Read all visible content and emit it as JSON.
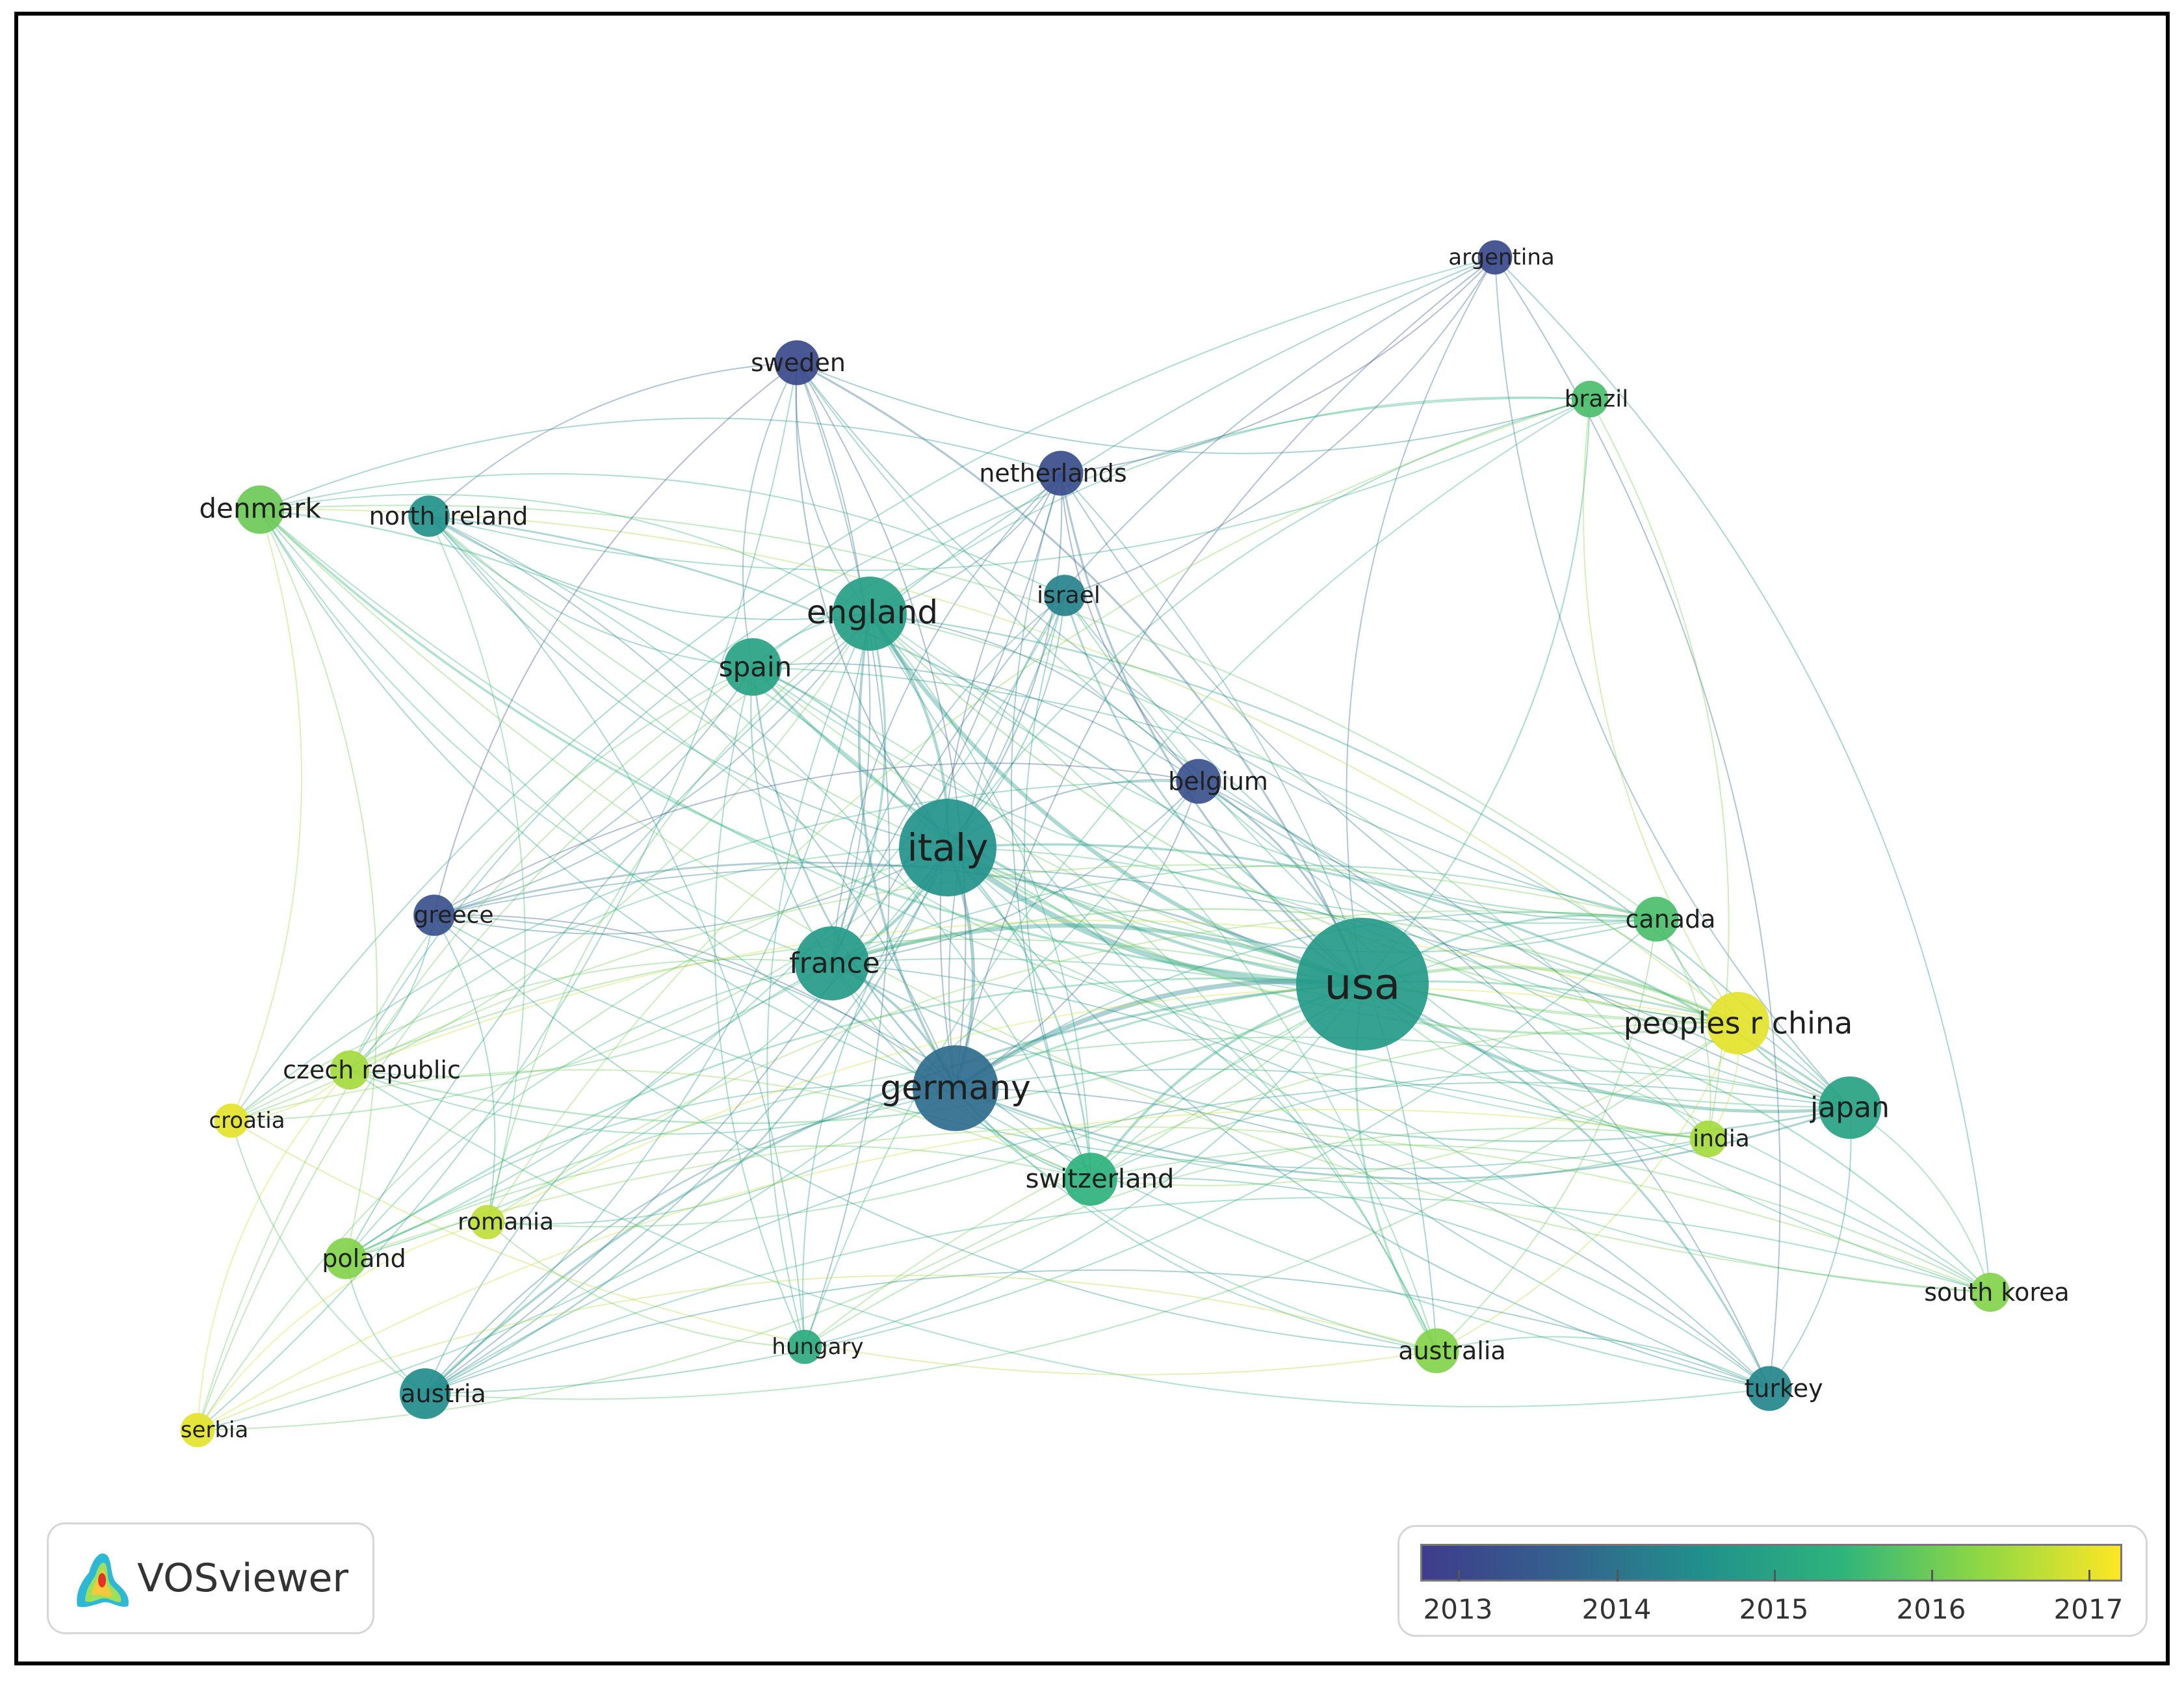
{
  "colors": {
    "scale": [
      "#3f3c8c",
      "#34618d",
      "#21908c",
      "#2fb47c",
      "#8fd744",
      "#fde725"
    ],
    "frame": "#000000"
  },
  "nodes": [
    {
      "id": "usa",
      "label": "usa",
      "year": 2014.8,
      "weight": 10
    },
    {
      "id": "italy",
      "label": "italy",
      "year": 2014.6,
      "weight": 7
    },
    {
      "id": "germany",
      "label": "germany",
      "year": 2013.9,
      "weight": 6
    },
    {
      "id": "england",
      "label": "england",
      "year": 2014.9,
      "weight": 5
    },
    {
      "id": "france",
      "label": "france",
      "year": 2014.8,
      "weight": 5
    },
    {
      "id": "spain",
      "label": "spain",
      "year": 2015.0,
      "weight": 3.6
    },
    {
      "id": "japan",
      "label": "japan",
      "year": 2015.0,
      "weight": 4
    },
    {
      "id": "peoples_r_china",
      "label": "peoples r china",
      "year": 2017.0,
      "weight": 4
    },
    {
      "id": "switzerland",
      "label": "switzerland",
      "year": 2015.4,
      "weight": 3.2
    },
    {
      "id": "canada",
      "label": "canada",
      "year": 2015.7,
      "weight": 2.5
    },
    {
      "id": "belgium",
      "label": "belgium",
      "year": 2013.3,
      "weight": 2.5
    },
    {
      "id": "netherlands",
      "label": "netherlands",
      "year": 2013.2,
      "weight": 2.5
    },
    {
      "id": "sweden",
      "label": "sweden",
      "year": 2013.1,
      "weight": 2.5
    },
    {
      "id": "israel",
      "label": "israel",
      "year": 2014.3,
      "weight": 2.2
    },
    {
      "id": "north_ireland",
      "label": "north ireland",
      "year": 2014.6,
      "weight": 2.2
    },
    {
      "id": "denmark",
      "label": "denmark",
      "year": 2016.0,
      "weight": 2.8
    },
    {
      "id": "greece",
      "label": "greece",
      "year": 2013.3,
      "weight": 2.2
    },
    {
      "id": "czech_republic",
      "label": "czech republic",
      "year": 2016.5,
      "weight": 2
    },
    {
      "id": "croatia",
      "label": "croatia",
      "year": 2017.0,
      "weight": 1.6
    },
    {
      "id": "romania",
      "label": "romania",
      "year": 2016.7,
      "weight": 1.6
    },
    {
      "id": "poland",
      "label": "poland",
      "year": 2016.2,
      "weight": 2.2
    },
    {
      "id": "hungary",
      "label": "hungary",
      "year": 2015.2,
      "weight": 1.6
    },
    {
      "id": "austria",
      "label": "austria",
      "year": 2014.5,
      "weight": 3
    },
    {
      "id": "serbia",
      "label": "serbia",
      "year": 2017.0,
      "weight": 1.6
    },
    {
      "id": "australia",
      "label": "australia",
      "year": 2016.2,
      "weight": 2.5
    },
    {
      "id": "turkey",
      "label": "turkey",
      "year": 2014.4,
      "weight": 2.5
    },
    {
      "id": "india",
      "label": "india",
      "year": 2016.5,
      "weight": 1.8
    },
    {
      "id": "south_korea",
      "label": "south korea",
      "year": 2016.2,
      "weight": 2
    },
    {
      "id": "brazil",
      "label": "brazil",
      "year": 2015.7,
      "weight": 1.8
    },
    {
      "id": "argentina",
      "label": "argentina",
      "year": 2013.1,
      "weight": 1.6
    }
  ],
  "legend": {
    "ticks": [
      "2013",
      "2014",
      "2015",
      "2016",
      "2017"
    ]
  },
  "brand": {
    "name": "VOSviewer"
  }
}
